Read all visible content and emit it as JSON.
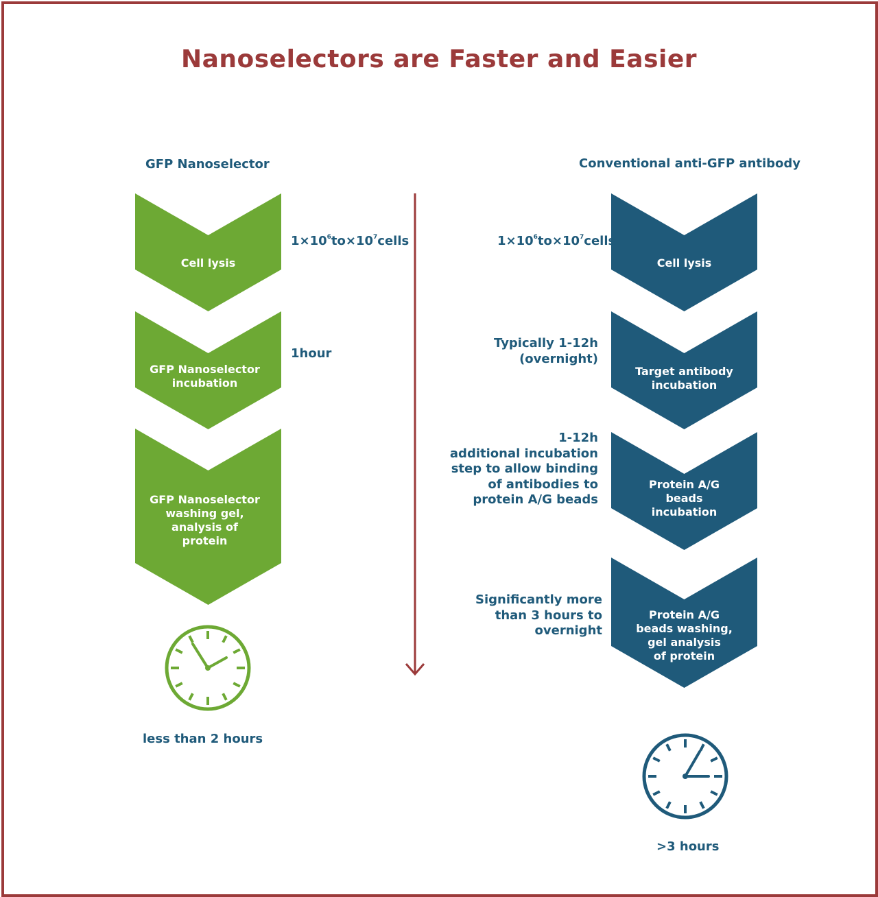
{
  "title": "Nanoselectors are Faster and Easier",
  "colors": {
    "frame": "#9b3a3a",
    "green": "#6da934",
    "blue": "#1f5a7a",
    "arrow": "#9b3a3a"
  },
  "left": {
    "heading": "GFP Nanoselector",
    "steps": [
      {
        "label": "Cell lysis"
      },
      {
        "label": "GFP Nanoselector\nincubation"
      },
      {
        "label": "GFP Nanoselector\nwashing gel,\nanalysis of\nprotein"
      }
    ],
    "notes": {
      "cells": {
        "prefix": "1×10",
        "exp1": "6",
        "mid": "to×10",
        "exp2": "7",
        "suffix": "cells"
      },
      "incubation_time": "1hour"
    },
    "clock_icon": "clock-icon",
    "total_time": "less than 2 hours"
  },
  "right": {
    "heading": "Conventional anti-GFP antibody",
    "steps": [
      {
        "label": "Cell lysis"
      },
      {
        "label": "Target antibody\nincubation"
      },
      {
        "label": "Protein A/G\nbeads\nincubation"
      },
      {
        "label": "Protein A/G\nbeads washing,\ngel analysis\nof protein"
      }
    ],
    "notes": {
      "cells": {
        "prefix": "1×10",
        "exp1": "6",
        "mid": "to×10",
        "exp2": "7",
        "suffix": "cells"
      },
      "antibody_time": "Typically 1-12h\n(overnight)",
      "beads_time": "1-12h\nadditional incubation\nstep to allow binding\nof antibodies to\nprotein A/G beads",
      "washing_time": "Significantly more\nthan 3 hours to\novernight"
    },
    "clock_icon": "clock-icon",
    "total_time": ">3 hours"
  }
}
